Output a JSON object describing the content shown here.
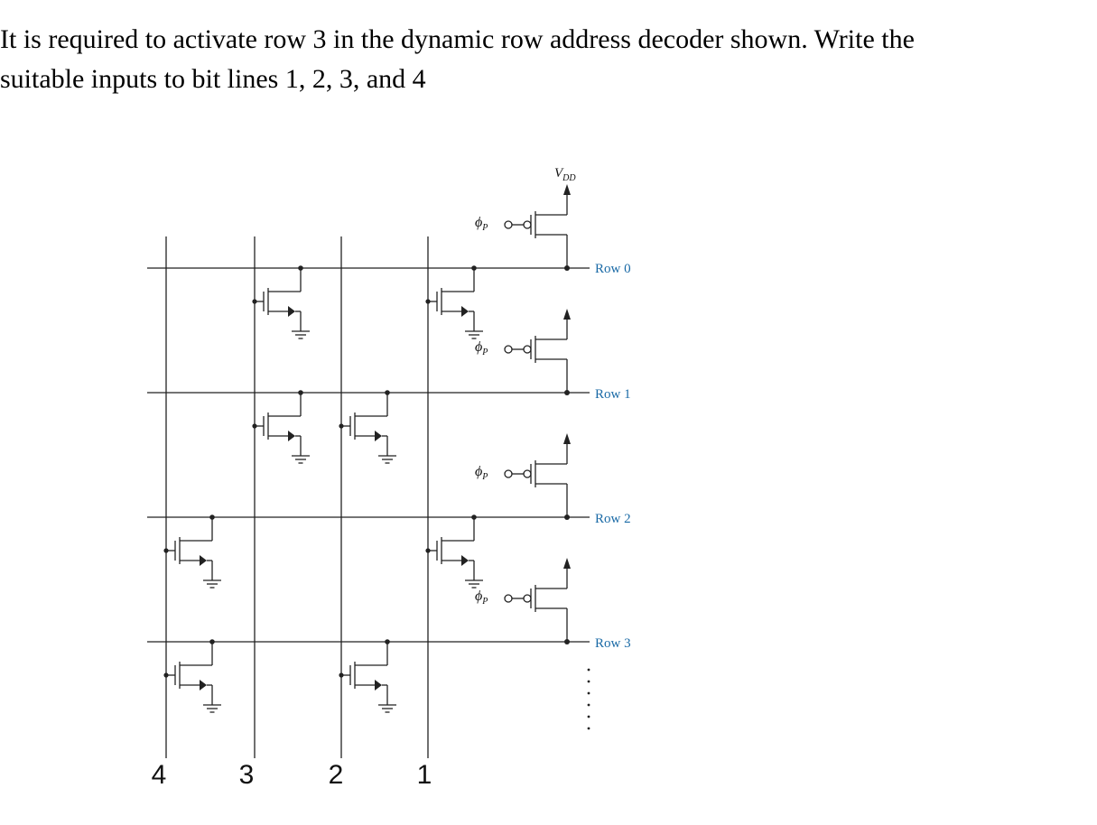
{
  "question": {
    "line1": "It is required to activate row 3 in the dynamic row address decoder shown. Write the",
    "line2": "suitable inputs to bit lines 1, 2, 3, and 4"
  },
  "diagram": {
    "vdd_label": "V",
    "vdd_subscript": "DD",
    "phi_label": "ϕ",
    "phi_subscript": "P",
    "rows": [
      {
        "label": "Row 0",
        "devices_on_bitlines": [
          "3",
          "1"
        ]
      },
      {
        "label": "Row 1",
        "devices_on_bitlines": [
          "3",
          "2"
        ]
      },
      {
        "label": "Row 2",
        "devices_on_bitlines": [
          "4",
          "1"
        ]
      },
      {
        "label": "Row 3",
        "devices_on_bitlines": [
          "4",
          "2"
        ]
      }
    ],
    "bitline_labels": [
      "4",
      "3",
      "2",
      "1"
    ],
    "row_label_color": "#1a6aa6"
  }
}
